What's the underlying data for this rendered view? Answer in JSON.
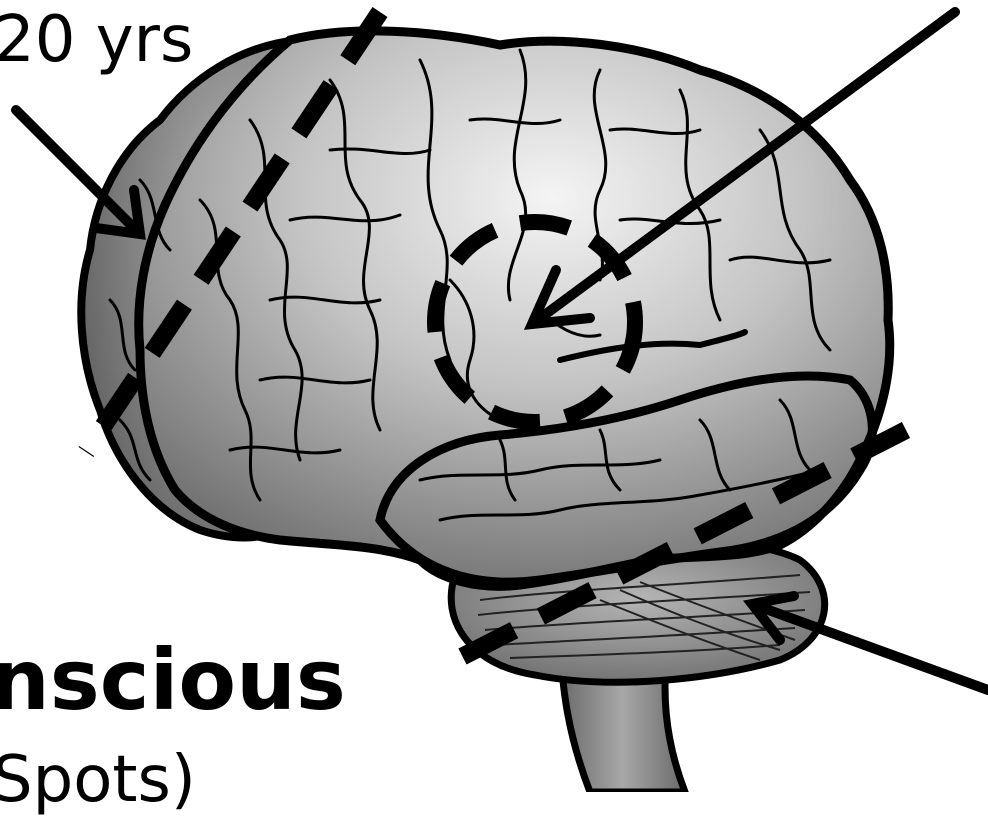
{
  "labels": {
    "age": "20 yrs",
    "conscious": "nscious",
    "spots": "Spots)"
  },
  "colors": {
    "ink": "#000000",
    "brain_light": "#f2f2f2",
    "brain_mid": "#9a9a9a",
    "brain_dark": "#555555",
    "background": "#ffffff"
  },
  "icons": {
    "brain": "brain-side-view-icon"
  }
}
